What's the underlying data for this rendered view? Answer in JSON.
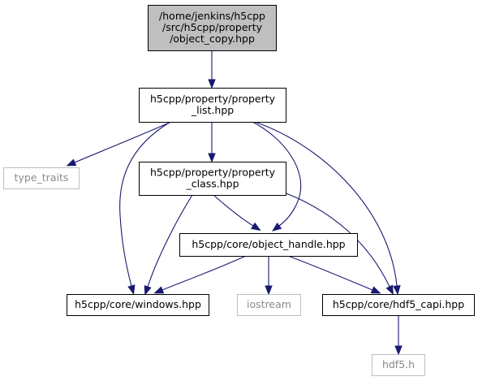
{
  "graph": {
    "nodes": [
      {
        "id": "object_copy",
        "lines": [
          "/home/jenkins/h5cpp",
          "/src/h5cpp/property",
          "/object_copy.hpp"
        ],
        "fill": "#bfbfbf",
        "stroke": "#000000"
      },
      {
        "id": "property_list",
        "lines": [
          "h5cpp/property/property",
          "_list.hpp"
        ],
        "fill": "#ffffff",
        "stroke": "#000000"
      },
      {
        "id": "type_traits",
        "lines": [
          "type_traits"
        ],
        "fill": "#ffffff",
        "stroke": "#bfbfbf"
      },
      {
        "id": "property_class",
        "lines": [
          "h5cpp/property/property",
          "_class.hpp"
        ],
        "fill": "#ffffff",
        "stroke": "#000000"
      },
      {
        "id": "object_handle",
        "lines": [
          "h5cpp/core/object_handle.hpp"
        ],
        "fill": "#ffffff",
        "stroke": "#000000"
      },
      {
        "id": "windows",
        "lines": [
          "h5cpp/core/windows.hpp"
        ],
        "fill": "#ffffff",
        "stroke": "#000000"
      },
      {
        "id": "iostream",
        "lines": [
          "iostream"
        ],
        "fill": "#ffffff",
        "stroke": "#bfbfbf"
      },
      {
        "id": "hdf5_capi",
        "lines": [
          "h5cpp/core/hdf5_capi.hpp"
        ],
        "fill": "#ffffff",
        "stroke": "#000000"
      },
      {
        "id": "hdf5_h",
        "lines": [
          "hdf5.h"
        ],
        "fill": "#ffffff",
        "stroke": "#bfbfbf"
      }
    ],
    "edges": [
      {
        "from": "object_copy",
        "to": "property_list"
      },
      {
        "from": "property_list",
        "to": "type_traits"
      },
      {
        "from": "property_list",
        "to": "property_class"
      },
      {
        "from": "property_list",
        "to": "windows"
      },
      {
        "from": "property_list",
        "to": "object_handle"
      },
      {
        "from": "property_list",
        "to": "hdf5_capi"
      },
      {
        "from": "property_class",
        "to": "object_handle"
      },
      {
        "from": "property_class",
        "to": "windows"
      },
      {
        "from": "property_class",
        "to": "hdf5_capi"
      },
      {
        "from": "object_handle",
        "to": "windows"
      },
      {
        "from": "object_handle",
        "to": "iostream"
      },
      {
        "from": "object_handle",
        "to": "hdf5_capi"
      },
      {
        "from": "hdf5_capi",
        "to": "hdf5_h"
      }
    ],
    "colors": {
      "edge": "#191970",
      "external_text": "#8a8a8a",
      "highlight_fill": "#bfbfbf"
    }
  }
}
